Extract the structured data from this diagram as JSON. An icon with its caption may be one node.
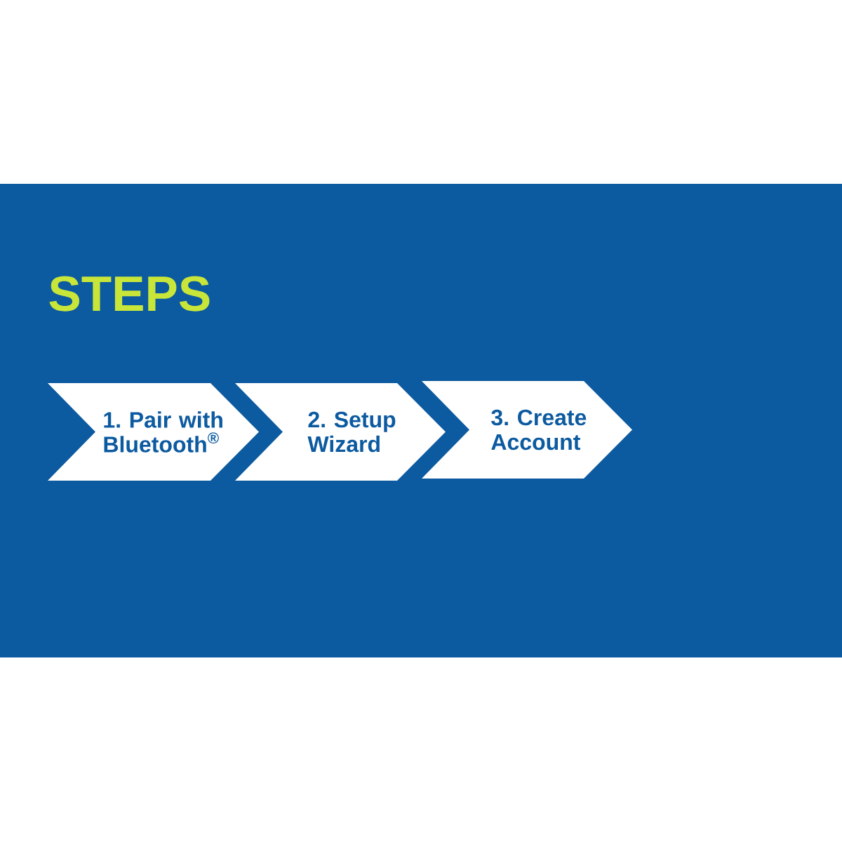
{
  "diagram": {
    "title": "STEPS",
    "nodes": [
      {
        "text": [
          "1. Pair with Bluetooth$^{®}$"
        ]
      },
      {
        "text": [
          "2. Setup Wizard"
        ]
      },
      {
        "text": [
          "3. Create Account"
        ]
      }
    ]
  }
}
